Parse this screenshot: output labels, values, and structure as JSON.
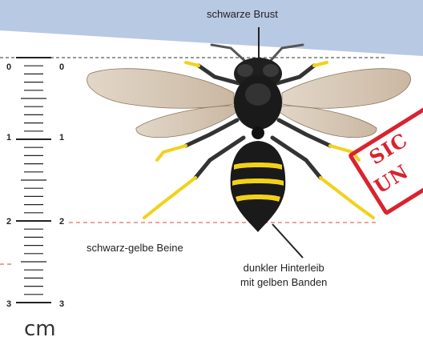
{
  "labels": {
    "thorax": "schwarze Brust",
    "legs": "schwarz-gelbe Beine",
    "abdomen_line1": "dunkler Hinterleib",
    "abdomen_line2": "mit gelben Banden"
  },
  "ruler": {
    "unit": "cm",
    "marks_left": [
      "0",
      "1",
      "2",
      "3"
    ],
    "marks_right": [
      "0",
      "1",
      "2",
      "3"
    ]
  },
  "stamp": {
    "line1": "SIC",
    "line2": "UN"
  },
  "colors": {
    "sky_band": "#b8c9e4",
    "guide_line_red": "#e0443a",
    "stamp_red": "#d9232e",
    "insect_black": "#1a1a1a",
    "insect_yellow": "#f3d11a"
  }
}
